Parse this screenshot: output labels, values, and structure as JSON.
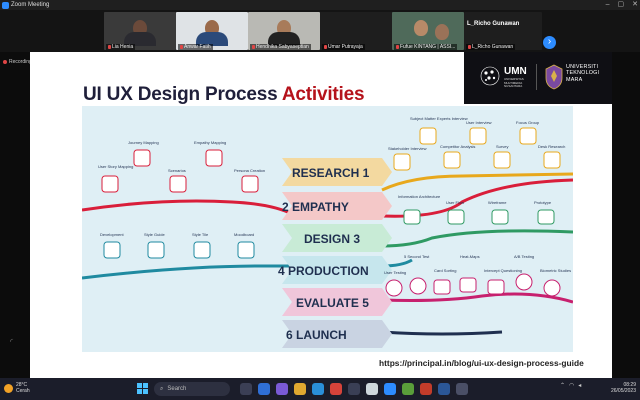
{
  "window": {
    "title": "Zoom Meeting"
  },
  "participants": [
    {
      "name": "Lia Henia"
    },
    {
      "name": "Anwar Fatih"
    },
    {
      "name": "Hendhika Sabyaseptian"
    },
    {
      "name": "Umar Putrayaja"
    },
    {
      "name": "Fufue KINTANG | ASSI..."
    },
    {
      "name": "L_Richo Gunawan"
    }
  ],
  "active_speaker": {
    "name": "L_Richo Gunawan"
  },
  "recording": {
    "label": "Recording"
  },
  "slide": {
    "title_main": "UI UX Design Process ",
    "title_accent": "Activities",
    "url": "https://principal.in/blog/ui-ux-design-process-guide",
    "logos": {
      "umn": "UMN",
      "umn_sub": "UNIVERSITAS MULTIMEDIA NUSANTARA",
      "uitm": "UNIVERSITI\nTEKNOLOGI\nMARA"
    }
  },
  "infographic": {
    "phases": [
      {
        "label": "RESEARCH  1",
        "color": "#e8a81c"
      },
      {
        "label": "2  EMPATHY",
        "color": "#d91e3a"
      },
      {
        "label": "DESIGN  3",
        "color": "#2f9a63"
      },
      {
        "label": "4  PRODUCTION",
        "color": "#1f8aa0"
      },
      {
        "label": "EVALUATE  5",
        "color": "#c7206e"
      },
      {
        "label": "6  LAUNCH",
        "color": "#1f2f4f"
      }
    ],
    "research_items": [
      "Stakeholder Interview",
      "Subject Matter Experts Interview",
      "Competitor Analysis",
      "User Interview",
      "Survey",
      "Focus Group",
      "Desk Research"
    ],
    "empathy_items": [
      "User Story Mapping",
      "Journey Mapping",
      "Scenarios",
      "Empathy Mapping",
      "Persona Creation"
    ],
    "design_items": [
      "Information Architecture",
      "User Flow",
      "Wireframe",
      "Prototype"
    ],
    "production_items": [
      "Development",
      "Style Guide",
      "Style Tile",
      "Moodboard"
    ],
    "evaluate_items": [
      "User Testing",
      "5 Second Test",
      "Card Sorting",
      "Heat-Maps",
      "Intercept Questioning",
      "A/B Testing",
      "Biometric Studies"
    ]
  },
  "taskbar": {
    "weather_temp": "28°C",
    "weather_desc": "Cerah",
    "search_placeholder": "Search",
    "time": "08:29",
    "date": "26/05/2023"
  }
}
